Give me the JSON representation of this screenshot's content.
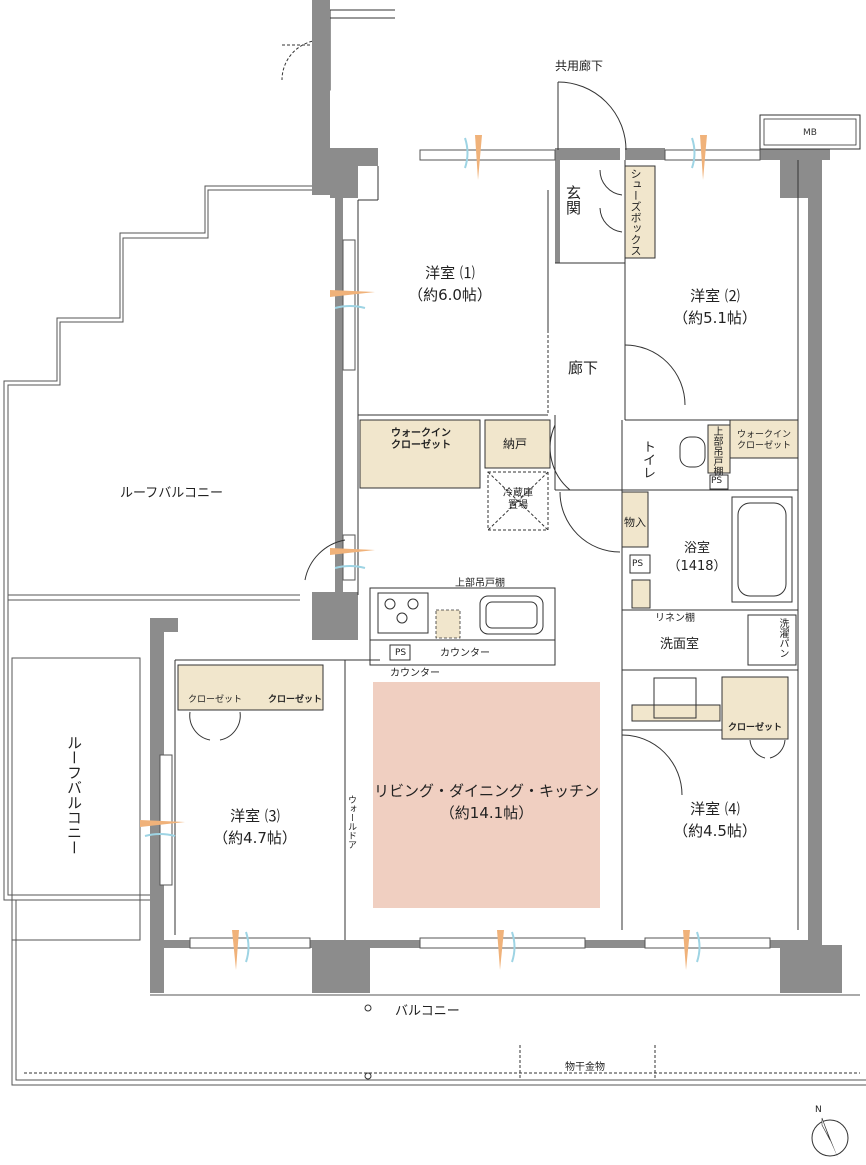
{
  "colors": {
    "wall": "#8c8c8c",
    "wall_dark": "#6e6e6e",
    "ldk_fill": "#f0cfc1",
    "closet_fill": "#f1e6cc",
    "line": "#333333",
    "wind_orange": "#f0b27a",
    "wind_blue": "#9ed4e4"
  },
  "labels": {
    "common_corridor": "共用廊下",
    "mb": "MB",
    "entrance": "玄関",
    "shoe_box": "シューズボックス",
    "room1_name": "洋室 ⑴",
    "room1_size": "（約6.0帖）",
    "room2_name": "洋室 ⑵",
    "room2_size": "（約5.1帖）",
    "hallway": "廊下",
    "walkin_closet": "ウォークイン\nクローゼット",
    "nando": "納戸",
    "toilet": "トイレ",
    "upper_cabinet": "上部吊戸棚",
    "walkin_closet2": "ウォークイン\nクローゼット",
    "ps1": "PS",
    "fridge": "冷蔵庫\n置場",
    "storage": "物入",
    "bath_name": "浴室",
    "bath_size": "（1418）",
    "ps2": "PS",
    "linen": "リネン棚",
    "washroom": "洗面室",
    "washer_pan": "洗濯パン",
    "roof_balcony1": "ルーフバルコニー",
    "upper_cabinet_kitchen": "上部吊戸棚",
    "ps3": "PS",
    "counter1": "カウンター",
    "counter2": "カウンター",
    "closet_a": "クローゼット",
    "closet_b": "クローゼット",
    "closet_c": "クローゼット",
    "ldk_name": "リビング・ダイニング・キッチン",
    "ldk_size": "（約14.1帖）",
    "walk_door": "ウォールドア",
    "roof_balcony2": "ルーフバルコニー",
    "room3_name": "洋室 ⑶",
    "room3_size": "（約4.7帖）",
    "room4_name": "洋室 ⑷",
    "room4_size": "（約4.5帖）",
    "balcony": "バルコニー",
    "drying_rack": "物干金物",
    "north": "N"
  }
}
